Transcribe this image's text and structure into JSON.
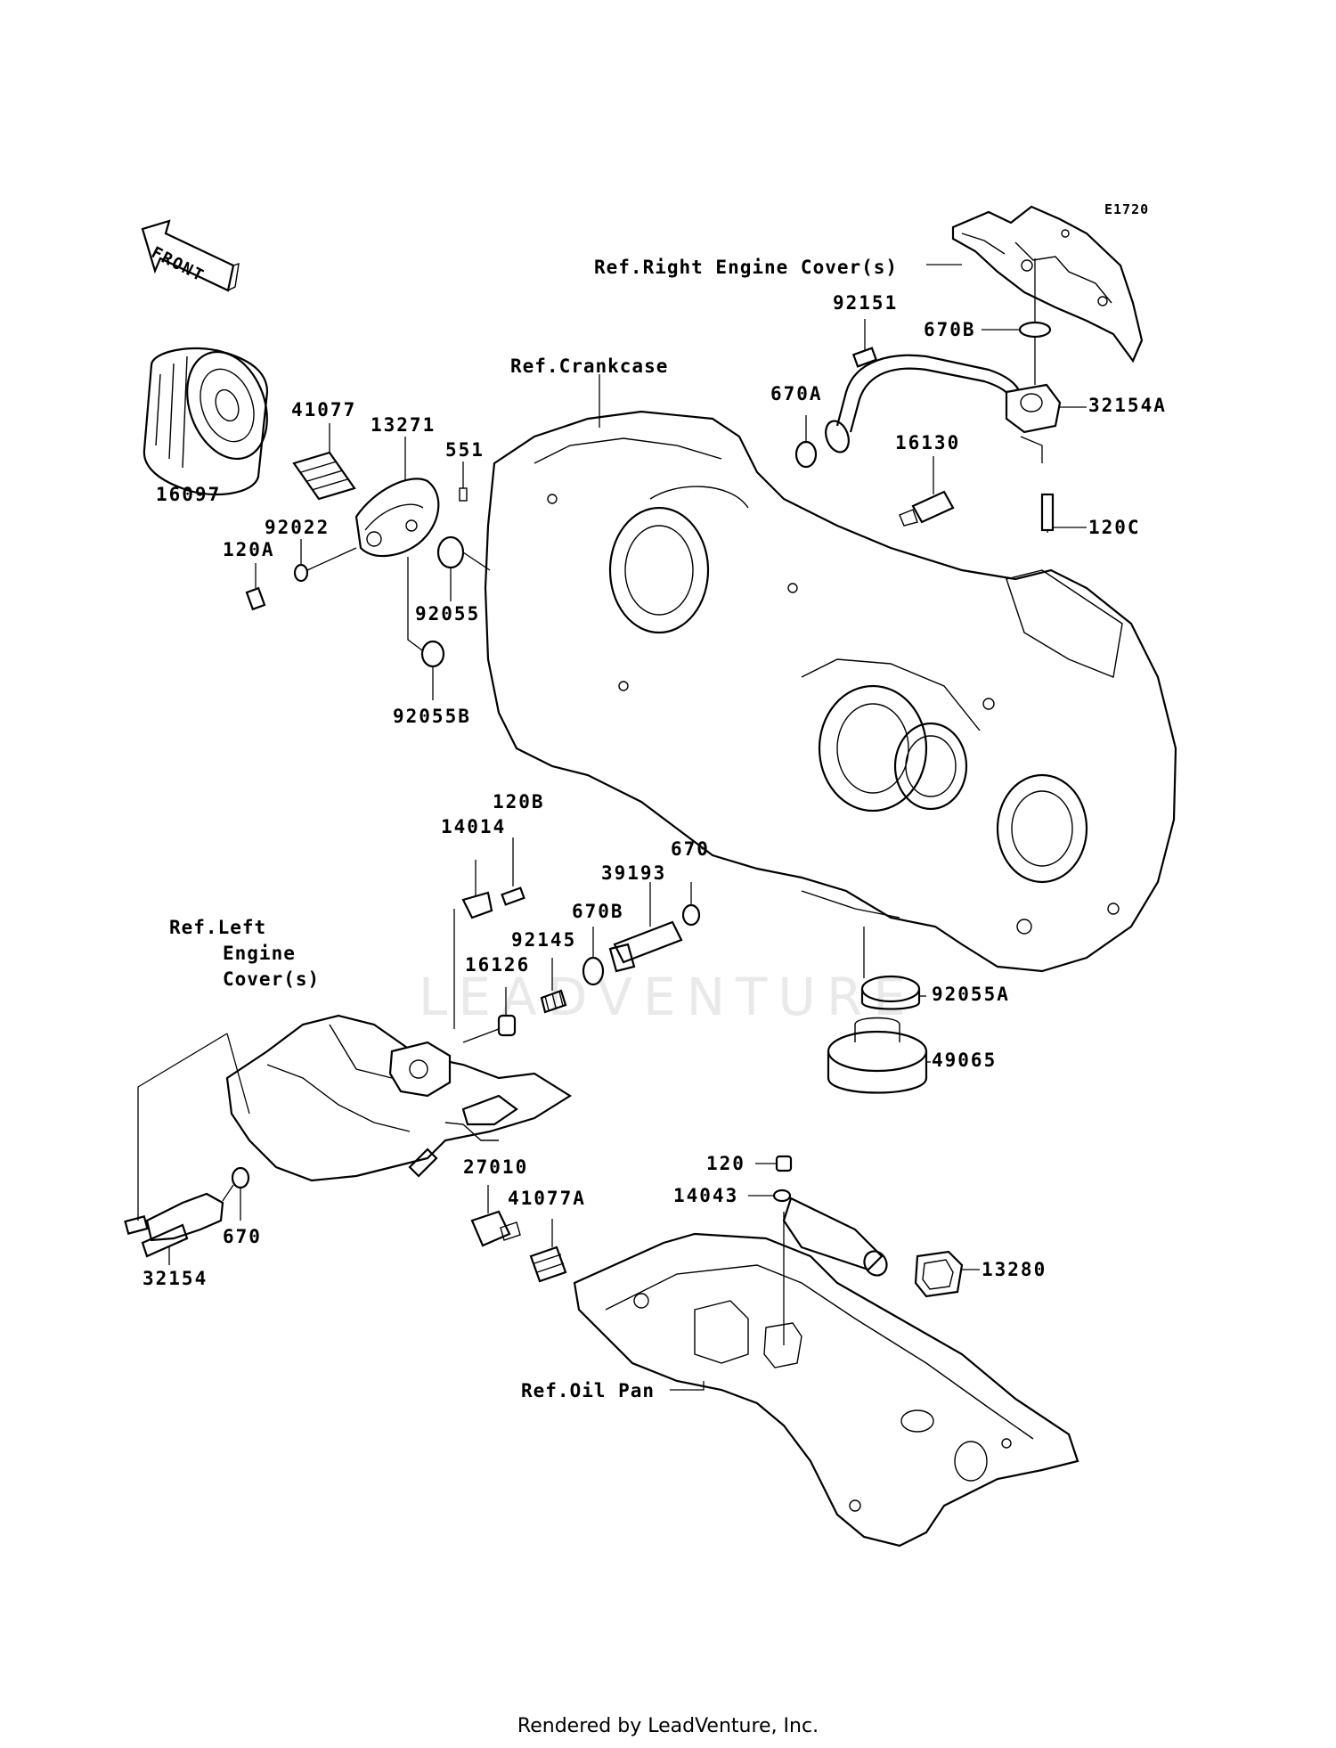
{
  "diagram_code": "E1720",
  "front_arrow": {
    "label": "FRONT",
    "icon": "front-arrow-icon"
  },
  "parts": [
    {
      "id": "16097",
      "label": "16097"
    },
    {
      "id": "41077",
      "label": "41077"
    },
    {
      "id": "13271",
      "label": "13271"
    },
    {
      "id": "551",
      "label": "551"
    },
    {
      "id": "92022",
      "label": "92022"
    },
    {
      "id": "120A",
      "label": "120A"
    },
    {
      "id": "92055",
      "label": "92055"
    },
    {
      "id": "92055B",
      "label": "92055B"
    },
    {
      "id": "92151",
      "label": "92151"
    },
    {
      "id": "670B_top",
      "label": "670B"
    },
    {
      "id": "670A",
      "label": "670A"
    },
    {
      "id": "32154A",
      "label": "32154A"
    },
    {
      "id": "16130",
      "label": "16130"
    },
    {
      "id": "120C",
      "label": "120C"
    },
    {
      "id": "120B",
      "label": "120B"
    },
    {
      "id": "14014",
      "label": "14014"
    },
    {
      "id": "670_mid",
      "label": "670"
    },
    {
      "id": "39193",
      "label": "39193"
    },
    {
      "id": "670B_mid",
      "label": "670B"
    },
    {
      "id": "92145",
      "label": "92145"
    },
    {
      "id": "16126",
      "label": "16126"
    },
    {
      "id": "92055A",
      "label": "92055A"
    },
    {
      "id": "49065",
      "label": "49065"
    },
    {
      "id": "120",
      "label": "120"
    },
    {
      "id": "14043",
      "label": "14043"
    },
    {
      "id": "13280",
      "label": "13280"
    },
    {
      "id": "27010",
      "label": "27010"
    },
    {
      "id": "41077A",
      "label": "41077A"
    },
    {
      "id": "32154",
      "label": "32154"
    },
    {
      "id": "670_low",
      "label": "670"
    }
  ],
  "references": {
    "right_engine_cover": "Ref.Right Engine Cover(s)",
    "crankcase": "Ref.Crankcase",
    "left_engine_cover_1": "Ref.Left",
    "left_engine_cover_2": "Engine",
    "left_engine_cover_3": "Cover(s)",
    "oil_pan": "Ref.Oil Pan"
  },
  "watermark": "LEADVENTURE",
  "footer": "Rendered by LeadVenture, Inc."
}
